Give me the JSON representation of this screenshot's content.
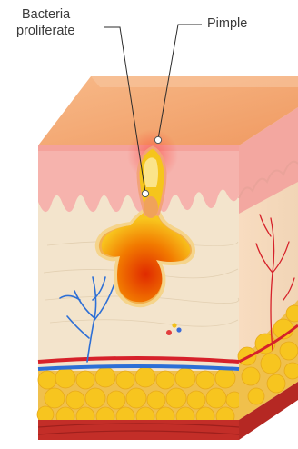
{
  "labels": {
    "bacteria_line1": "Bacteria",
    "bacteria_line2": "proliferate",
    "pimple": "Pimple"
  },
  "colors": {
    "epidermis_top": "#f4a36f",
    "epidermis_side": "#f7c3a6",
    "dermis": "#f3e3ca",
    "fat": "#f6c31c",
    "muscle": "#c8302a",
    "pus_outer": "#f7c21d",
    "pus_core": "#e63a00",
    "vein": "#2d6fd6",
    "artery": "#d6212a"
  },
  "icons": [
    "skin-layer-illustration",
    "pimple-icon",
    "sebaceous-gland-icon"
  ]
}
